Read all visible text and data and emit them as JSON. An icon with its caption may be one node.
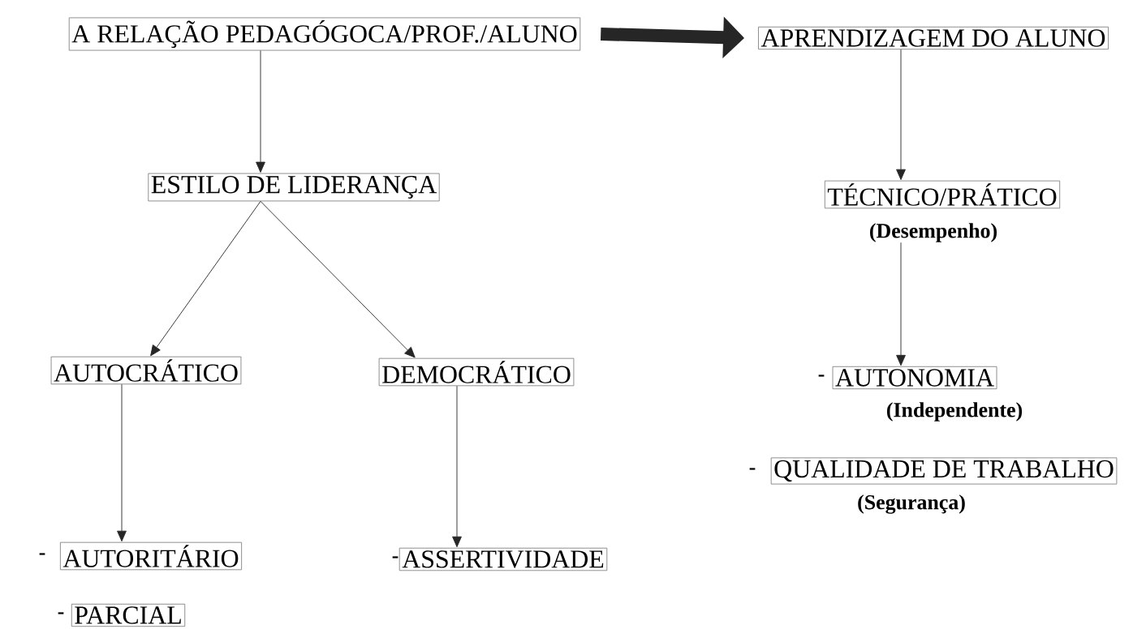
{
  "diagram": {
    "nodes": [
      {
        "text": [
          "A RELAÇÃO PEDAGÓGOCA/PROF./ALUNO"
        ]
      },
      {
        "text": [
          "APRENDIZAGEM DO ALUNO"
        ]
      },
      {
        "text": [
          "ESTILO DE LIDERANÇA"
        ]
      },
      {
        "text": [
          "TÉCNICO/PRÁTICO"
        ],
        "beside": [
          "(Desempenho)"
        ]
      },
      {
        "text": [
          "AUTOCRÁTICO"
        ]
      },
      {
        "text": [
          "DEMOCRÁTICO"
        ]
      },
      {
        "text": [
          "AUTONOMIA"
        ],
        "beside": [
          "-",
          "(Independente)"
        ]
      },
      {
        "text": [
          "QUALIDADE DE TRABALHO"
        ],
        "beside": [
          "-",
          "(Segurança)"
        ]
      },
      {
        "text": [
          "AUTORITÁRIO"
        ],
        "beside": [
          "-"
        ]
      },
      {
        "text": [
          "PARCIAL"
        ],
        "beside": [
          "-"
        ]
      },
      {
        "text": [
          "ASSERTIVIDADE"
        ],
        "beside": [
          "-"
        ]
      }
    ],
    "edges": [
      {
        "from": 0,
        "to": 2,
        "arrow": "to"
      },
      {
        "from": 1,
        "to": 3,
        "arrow": "to"
      },
      {
        "from": 2,
        "to": 4,
        "arrow": "to"
      },
      {
        "from": 2,
        "to": 5,
        "arrow": "to"
      },
      {
        "from": 3,
        "to": 6,
        "arrow": "to"
      },
      {
        "from": 4,
        "to": 8,
        "arrow": "to"
      },
      {
        "from": 5,
        "to": 10,
        "arrow": "to"
      },
      {
        "from": 0,
        "to": 1,
        "arrow": "to",
        "style": "thick"
      }
    ]
  }
}
